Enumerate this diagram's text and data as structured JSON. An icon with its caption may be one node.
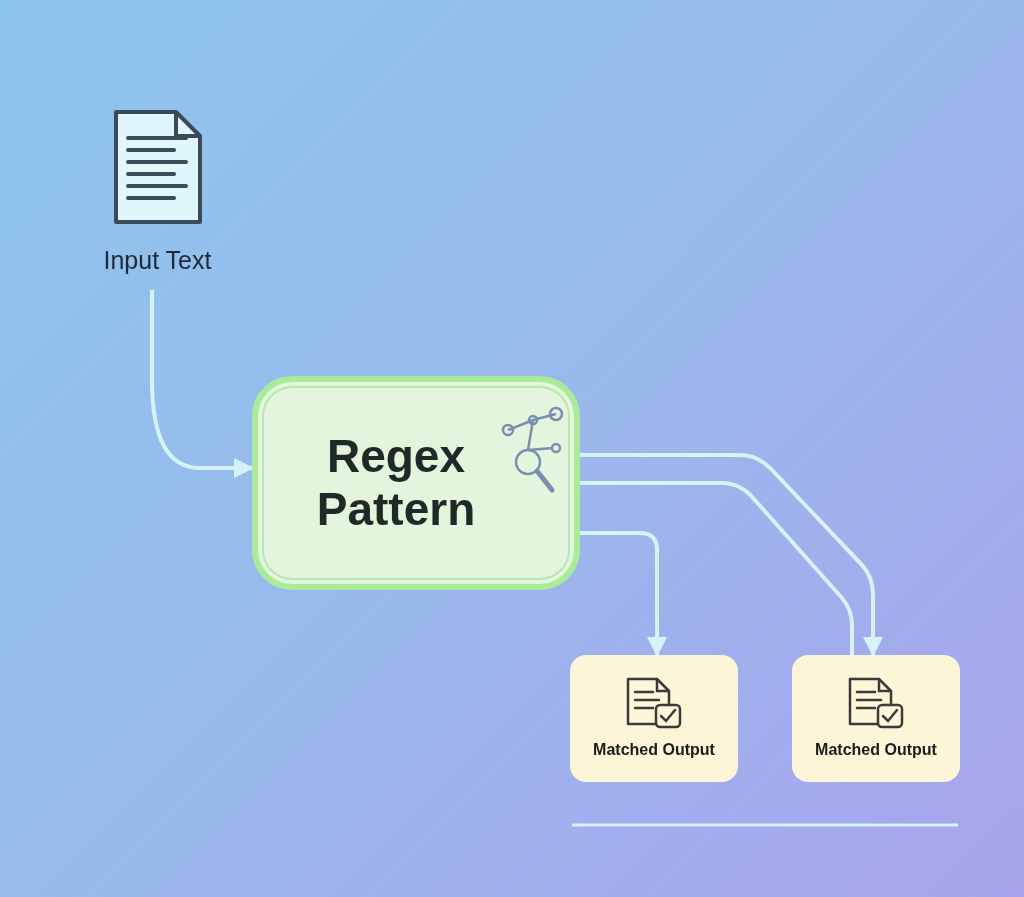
{
  "diagram": {
    "nodes": [
      {
        "text": [
          "Input Text"
        ]
      },
      {
        "text": [
          "Regex Pattern"
        ]
      },
      {
        "text": [
          "Matched Output"
        ]
      },
      {
        "text": [
          "Matched Output"
        ]
      }
    ],
    "edges": [
      {
        "from": 0,
        "to": 1,
        "arrow": "to"
      },
      {
        "from": 1,
        "to": 2,
        "arrow": "to"
      },
      {
        "from": 1,
        "to": 3,
        "arrow": "to"
      },
      {
        "from": 1,
        "to": 3,
        "arrow": "none"
      }
    ]
  }
}
